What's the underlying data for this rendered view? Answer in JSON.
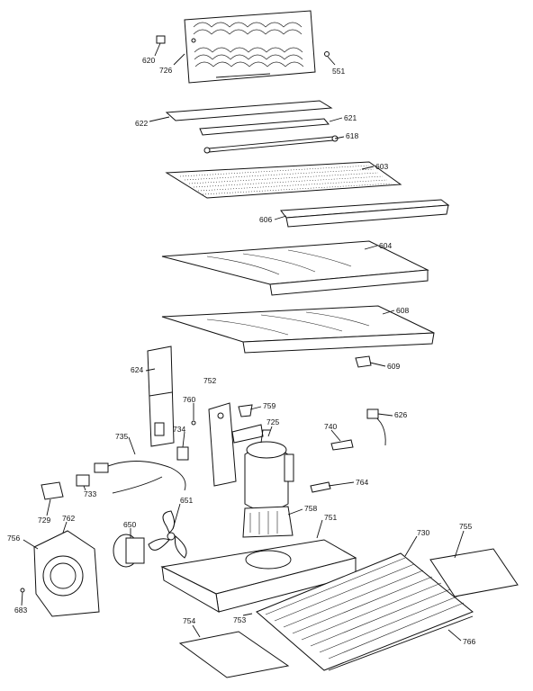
{
  "parts": {
    "p620": "620",
    "p726": "726",
    "p551": "551",
    "p622": "622",
    "p621": "621",
    "p618": "618",
    "p603": "603",
    "p606": "606",
    "p604": "604",
    "p608": "608",
    "p609": "609",
    "p624": "624",
    "p752": "752",
    "p760": "760",
    "p759": "759",
    "p725": "725",
    "p740": "740",
    "p626": "626",
    "p735": "735",
    "p734": "734",
    "p764": "764",
    "p729": "729",
    "p762": "762",
    "p733": "733",
    "p651": "651",
    "p650": "650",
    "p758": "758",
    "p751": "751",
    "p730": "730",
    "p755": "755",
    "p756": "756",
    "p683": "683",
    "p754": "754",
    "p753": "753",
    "p766": "766"
  }
}
